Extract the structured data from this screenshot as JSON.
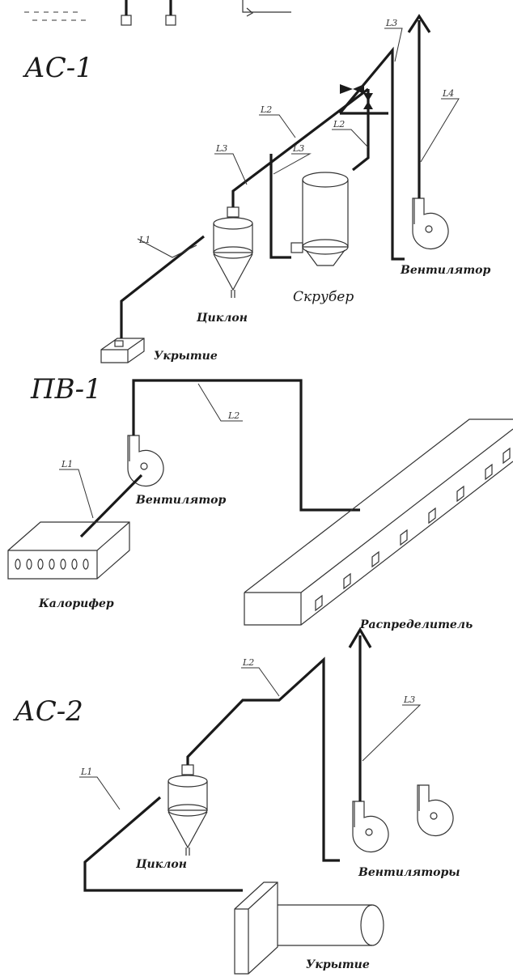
{
  "ac1": {
    "title": "АС-1",
    "fan": "Вентилятор",
    "scrubber": "Скрубер",
    "cyclone": "Циклон",
    "hood": "Укрытие",
    "tags": {
      "l1": "L1",
      "l2a": "L2",
      "l2b": "L2",
      "l3a": "L3",
      "l3b": "L3",
      "l3c": "L3",
      "l4": "L4"
    }
  },
  "pv1": {
    "title": "ПВ-1",
    "fan": "Вентилятор",
    "heater": "Калорифер",
    "distributor": "Распределитель",
    "tags": {
      "l1": "L1",
      "l2": "L2"
    }
  },
  "ac2": {
    "title": "АС-2",
    "cyclone": "Циклон",
    "fans": "Вентиляторы",
    "hood": "Укрытие",
    "tags": {
      "l1": "L1",
      "l2": "L2",
      "l3": "L3"
    }
  }
}
